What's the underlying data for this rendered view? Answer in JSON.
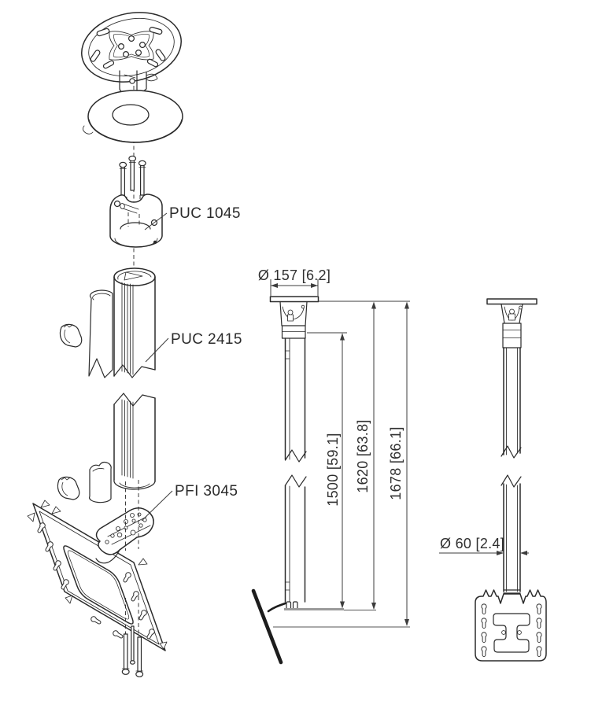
{
  "page": {
    "type": "technical-assembly-drawing",
    "background": "#ffffff",
    "line_color": "#2b2b2b",
    "dim_color": "#3c3c3c"
  },
  "exploded_view": {
    "labels": {
      "coupling": "PUC 1045",
      "pole": "PUC 2415",
      "interface": "PFI 3045"
    }
  },
  "front_elevation": {
    "dim_ceiling_plate_diameter": "Ø 157 [6.2]",
    "dim_height_min": "1500 [59.1]",
    "dim_height_mid": "1620 [63.8]",
    "dim_height_max": "1678 [66.1]"
  },
  "side_elevation": {
    "dim_pole_diameter": "Ø 60 [2.4]"
  }
}
